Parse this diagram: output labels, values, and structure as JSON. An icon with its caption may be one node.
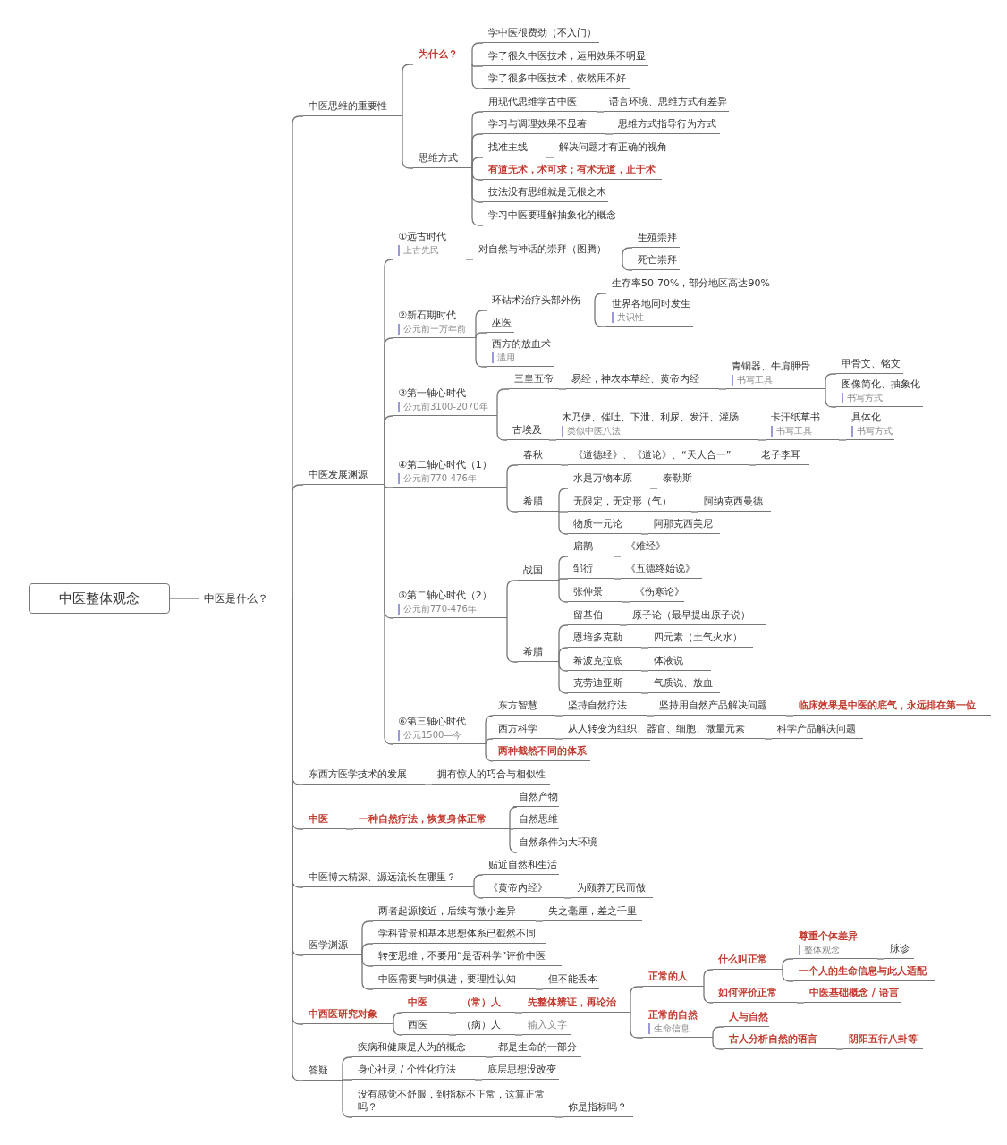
{
  "diagram": {
    "nodes": [
      {
        "text": [
          "中医整体观念"
        ]
      },
      {
        "text": [
          "中医是什么？"
        ]
      },
      {
        "text": [
          "中医思维的重要性"
        ]
      },
      {
        "text": [
          "为什么？"
        ]
      },
      {
        "text": [
          "学中医很费劲（不入门）"
        ]
      },
      {
        "text": [
          "学了很久中医技术，运用效果不明显"
        ]
      },
      {
        "text": [
          "学了很多中医技术，依然用不好"
        ]
      },
      {
        "text": [
          "思维方式"
        ]
      },
      {
        "text": [
          "用现代思维学古中医"
        ]
      },
      {
        "text": [
          "语言环境、思维方式有差异"
        ]
      },
      {
        "text": [
          "学习与调理效果不显著"
        ]
      },
      {
        "text": [
          "思维方式指导行为方式"
        ]
      },
      {
        "text": [
          "找准主线"
        ]
      },
      {
        "text": [
          "解决问题才有正确的视角"
        ]
      },
      {
        "text": [
          "有道无术，术可求；有术无道，止于术"
        ]
      },
      {
        "text": [
          "技法没有思维就是无根之木"
        ]
      },
      {
        "text": [
          "学习中医要理解抽象化的概念"
        ]
      },
      {
        "text": [
          "中医发展渊源"
        ]
      },
      {
        "text": [
          "①远古时代",
          "上古先民"
        ]
      },
      {
        "text": [
          "对自然与神话的崇拜（图腾）"
        ]
      },
      {
        "text": [
          "生殖崇拜"
        ]
      },
      {
        "text": [
          "死亡崇拜"
        ]
      },
      {
        "text": [
          "②新石期时代",
          "公元前一万年前"
        ]
      },
      {
        "text": [
          "环钻术治疗头部外伤"
        ]
      },
      {
        "text": [
          "生存率50-70%，部分地区高达90%"
        ]
      },
      {
        "text": [
          "世界各地同时发生",
          "共识性"
        ]
      },
      {
        "text": [
          "巫医"
        ]
      },
      {
        "text": [
          "西方的放血术",
          "滥用"
        ]
      },
      {
        "text": [
          "③第一轴心时代",
          "公元前3100-2070年"
        ]
      },
      {
        "text": [
          "三皇五帝"
        ]
      },
      {
        "text": [
          "易经，神农本草经、黄帝内经"
        ]
      },
      {
        "text": [
          "青铜器、牛肩胛骨",
          "书写工具"
        ]
      },
      {
        "text": [
          "甲骨文、铭文"
        ]
      },
      {
        "text": [
          "图像简化、抽象化",
          "书写方式"
        ]
      },
      {
        "text": [
          "古埃及"
        ]
      },
      {
        "text": [
          "木乃伊、催吐、下泄、利尿、发汗、灌肠",
          "类似中医八法"
        ]
      },
      {
        "text": [
          "卡汗纸草书",
          "书写工具"
        ]
      },
      {
        "text": [
          "具体化",
          "书写方式"
        ]
      },
      {
        "text": [
          "④第二轴心时代（1）",
          "公元前770-476年"
        ]
      },
      {
        "text": [
          "春秋"
        ]
      },
      {
        "text": [
          "《道德经》、《道论》、“天人合一”"
        ]
      },
      {
        "text": [
          "老子李耳"
        ]
      },
      {
        "text": [
          "希腊"
        ]
      },
      {
        "text": [
          "水是万物本原"
        ]
      },
      {
        "text": [
          "泰勒斯"
        ]
      },
      {
        "text": [
          "无限定，无定形（气）"
        ]
      },
      {
        "text": [
          "阿纳克西曼德"
        ]
      },
      {
        "text": [
          "物质一元论"
        ]
      },
      {
        "text": [
          "阿那克西美尼"
        ]
      },
      {
        "text": [
          "⑤第二轴心时代（2）",
          "公元前770-476年"
        ]
      },
      {
        "text": [
          "战国"
        ]
      },
      {
        "text": [
          "扁鹊"
        ]
      },
      {
        "text": [
          "《难经》"
        ]
      },
      {
        "text": [
          "邹衍"
        ]
      },
      {
        "text": [
          "《五德终始说》"
        ]
      },
      {
        "text": [
          "张仲景"
        ]
      },
      {
        "text": [
          "《伤寒论》"
        ]
      },
      {
        "text": [
          "希腊"
        ]
      },
      {
        "text": [
          "留基伯"
        ]
      },
      {
        "text": [
          "原子论（最早提出原子说）"
        ]
      },
      {
        "text": [
          "恩培多克勒"
        ]
      },
      {
        "text": [
          "四元素（土气火水）"
        ]
      },
      {
        "text": [
          "希波克拉底"
        ]
      },
      {
        "text": [
          "体液说"
        ]
      },
      {
        "text": [
          "克劳迪亚斯"
        ]
      },
      {
        "text": [
          "气质说、放血"
        ]
      },
      {
        "text": [
          "⑥第三轴心时代",
          "公元1500—今"
        ]
      },
      {
        "text": [
          "东方智慧"
        ]
      },
      {
        "text": [
          "坚持自然疗法"
        ]
      },
      {
        "text": [
          "坚持用自然产品解决问题"
        ]
      },
      {
        "text": [
          "临床效果是中医的底气，永远排在第一位"
        ]
      },
      {
        "text": [
          "西方科学"
        ]
      },
      {
        "text": [
          "从人转变为组织、器官、细胞、微量元素"
        ]
      },
      {
        "text": [
          "科学产品解决问题"
        ]
      },
      {
        "text": [
          "两种截然不同的体系"
        ]
      },
      {
        "text": [
          "东西方医学技术的发展"
        ]
      },
      {
        "text": [
          "拥有惊人的巧合与相似性"
        ]
      },
      {
        "text": [
          "中医"
        ]
      },
      {
        "text": [
          "一种自然疗法，恢复身体正常"
        ]
      },
      {
        "text": [
          "自然产物"
        ]
      },
      {
        "text": [
          "自然思维"
        ]
      },
      {
        "text": [
          "自然条件为大环境"
        ]
      },
      {
        "text": [
          "中医博大精深、源远流长在哪里？"
        ]
      },
      {
        "text": [
          "贴近自然和生活"
        ]
      },
      {
        "text": [
          "《黄帝内经》"
        ]
      },
      {
        "text": [
          "为颐养万民而做"
        ]
      },
      {
        "text": [
          "医学渊源"
        ]
      },
      {
        "text": [
          "两者起源接近，后续有微小差异"
        ]
      },
      {
        "text": [
          "失之毫厘，差之千里"
        ]
      },
      {
        "text": [
          "学科背景和基本思想体系已截然不同"
        ]
      },
      {
        "text": [
          "转变思维，不要用“是否科学”评价中医"
        ]
      },
      {
        "text": [
          "中医需要与时俱进，要理性认知"
        ]
      },
      {
        "text": [
          "但不能丢本"
        ]
      },
      {
        "text": [
          "中西医研究对象"
        ]
      },
      {
        "text": [
          "中医"
        ]
      },
      {
        "text": [
          "（常）人"
        ]
      },
      {
        "text": [
          "先整体辨证，再论治"
        ]
      },
      {
        "text": [
          "正常的人"
        ]
      },
      {
        "text": [
          "什么叫正常"
        ]
      },
      {
        "text": [
          "尊重个体差异",
          "整体观念"
        ]
      },
      {
        "text": [
          "脉诊"
        ]
      },
      {
        "text": [
          "一个人的生命信息与此人适配"
        ]
      },
      {
        "text": [
          "如何评价正常"
        ]
      },
      {
        "text": [
          "中医基础概念 / 语言"
        ]
      },
      {
        "text": [
          "正常的自然",
          "生命信息"
        ]
      },
      {
        "text": [
          "人与自然"
        ]
      },
      {
        "text": [
          "古人分析自然的语言"
        ]
      },
      {
        "text": [
          "阴阳五行八卦等"
        ]
      },
      {
        "text": [
          "西医"
        ]
      },
      {
        "text": [
          "（病）人"
        ]
      },
      {
        "text": [
          "输入文字"
        ]
      },
      {
        "text": [
          "答疑"
        ]
      },
      {
        "text": [
          "疾病和健康是人为的概念"
        ]
      },
      {
        "text": [
          "都是生命的一部分"
        ]
      },
      {
        "text": [
          "身心社灵 / 个性化疗法"
        ]
      },
      {
        "text": [
          "底层思想没改变"
        ]
      },
      {
        "text": [
          "没有感觉不舒服，到指标不正常，这算正常吗？"
        ]
      },
      {
        "text": [
          "你是指标吗？"
        ]
      }
    ],
    "edges": [
      {
        "from": 0,
        "to": 1,
        "arrow": "none"
      },
      {
        "from": 1,
        "to": 2,
        "arrow": "none"
      },
      {
        "from": 1,
        "to": 17,
        "arrow": "none"
      },
      {
        "from": 1,
        "to": 75,
        "arrow": "none"
      },
      {
        "from": 1,
        "to": 77,
        "arrow": "none"
      },
      {
        "from": 1,
        "to": 82,
        "arrow": "none"
      },
      {
        "from": 1,
        "to": 86,
        "arrow": "none"
      },
      {
        "from": 1,
        "to": 93,
        "arrow": "none"
      },
      {
        "from": 1,
        "to": 111,
        "arrow": "none"
      },
      {
        "from": 2,
        "to": 3,
        "arrow": "none"
      },
      {
        "from": 2,
        "to": 7,
        "arrow": "none"
      },
      {
        "from": 3,
        "to": 4,
        "arrow": "none"
      },
      {
        "from": 3,
        "to": 5,
        "arrow": "none"
      },
      {
        "from": 3,
        "to": 6,
        "arrow": "none"
      },
      {
        "from": 7,
        "to": 8,
        "arrow": "none"
      },
      {
        "from": 8,
        "to": 9,
        "arrow": "none"
      },
      {
        "from": 7,
        "to": 10,
        "arrow": "none"
      },
      {
        "from": 10,
        "to": 11,
        "arrow": "none"
      },
      {
        "from": 7,
        "to": 12,
        "arrow": "none"
      },
      {
        "from": 12,
        "to": 13,
        "arrow": "none"
      },
      {
        "from": 7,
        "to": 14,
        "arrow": "none"
      },
      {
        "from": 7,
        "to": 15,
        "arrow": "none"
      },
      {
        "from": 7,
        "to": 16,
        "arrow": "none"
      },
      {
        "from": 17,
        "to": 18,
        "arrow": "none"
      },
      {
        "from": 17,
        "to": 22,
        "arrow": "none"
      },
      {
        "from": 17,
        "to": 28,
        "arrow": "none"
      },
      {
        "from": 17,
        "to": 38,
        "arrow": "none"
      },
      {
        "from": 17,
        "to": 49,
        "arrow": "none"
      },
      {
        "from": 17,
        "to": 66,
        "arrow": "none"
      },
      {
        "from": 18,
        "to": 19,
        "arrow": "none"
      },
      {
        "from": 19,
        "to": 20,
        "arrow": "none"
      },
      {
        "from": 19,
        "to": 21,
        "arrow": "none"
      },
      {
        "from": 22,
        "to": 23,
        "arrow": "none"
      },
      {
        "from": 23,
        "to": 24,
        "arrow": "none"
      },
      {
        "from": 23,
        "to": 25,
        "arrow": "none"
      },
      {
        "from": 22,
        "to": 26,
        "arrow": "none"
      },
      {
        "from": 22,
        "to": 27,
        "arrow": "none"
      },
      {
        "from": 28,
        "to": 29,
        "arrow": "none"
      },
      {
        "from": 29,
        "to": 30,
        "arrow": "none"
      },
      {
        "from": 30,
        "to": 31,
        "arrow": "none"
      },
      {
        "from": 31,
        "to": 32,
        "arrow": "none"
      },
      {
        "from": 31,
        "to": 33,
        "arrow": "none"
      },
      {
        "from": 28,
        "to": 34,
        "arrow": "none"
      },
      {
        "from": 34,
        "to": 35,
        "arrow": "none"
      },
      {
        "from": 35,
        "to": 36,
        "arrow": "none"
      },
      {
        "from": 36,
        "to": 37,
        "arrow": "none"
      },
      {
        "from": 38,
        "to": 39,
        "arrow": "none"
      },
      {
        "from": 39,
        "to": 40,
        "arrow": "none"
      },
      {
        "from": 40,
        "to": 41,
        "arrow": "none"
      },
      {
        "from": 38,
        "to": 42,
        "arrow": "none"
      },
      {
        "from": 42,
        "to": 43,
        "arrow": "none"
      },
      {
        "from": 43,
        "to": 44,
        "arrow": "none"
      },
      {
        "from": 42,
        "to": 45,
        "arrow": "none"
      },
      {
        "from": 45,
        "to": 46,
        "arrow": "none"
      },
      {
        "from": 42,
        "to": 47,
        "arrow": "none"
      },
      {
        "from": 47,
        "to": 48,
        "arrow": "none"
      },
      {
        "from": 49,
        "to": 50,
        "arrow": "none"
      },
      {
        "from": 50,
        "to": 51,
        "arrow": "none"
      },
      {
        "from": 51,
        "to": 52,
        "arrow": "none"
      },
      {
        "from": 50,
        "to": 53,
        "arrow": "none"
      },
      {
        "from": 53,
        "to": 54,
        "arrow": "none"
      },
      {
        "from": 50,
        "to": 55,
        "arrow": "none"
      },
      {
        "from": 55,
        "to": 56,
        "arrow": "none"
      },
      {
        "from": 49,
        "to": 57,
        "arrow": "none"
      },
      {
        "from": 57,
        "to": 58,
        "arrow": "none"
      },
      {
        "from": 58,
        "to": 59,
        "arrow": "none"
      },
      {
        "from": 57,
        "to": 60,
        "arrow": "none"
      },
      {
        "from": 60,
        "to": 61,
        "arrow": "none"
      },
      {
        "from": 57,
        "to": 62,
        "arrow": "none"
      },
      {
        "from": 62,
        "to": 63,
        "arrow": "none"
      },
      {
        "from": 57,
        "to": 64,
        "arrow": "none"
      },
      {
        "from": 64,
        "to": 65,
        "arrow": "none"
      },
      {
        "from": 66,
        "to": 67,
        "arrow": "none"
      },
      {
        "from": 67,
        "to": 68,
        "arrow": "none"
      },
      {
        "from": 68,
        "to": 69,
        "arrow": "none"
      },
      {
        "from": 69,
        "to": 70,
        "arrow": "none"
      },
      {
        "from": 66,
        "to": 71,
        "arrow": "none"
      },
      {
        "from": 71,
        "to": 72,
        "arrow": "none"
      },
      {
        "from": 72,
        "to": 73,
        "arrow": "none"
      },
      {
        "from": 66,
        "to": 74,
        "arrow": "none"
      },
      {
        "from": 75,
        "to": 76,
        "arrow": "none"
      },
      {
        "from": 77,
        "to": 78,
        "arrow": "none"
      },
      {
        "from": 78,
        "to": 79,
        "arrow": "none"
      },
      {
        "from": 78,
        "to": 80,
        "arrow": "none"
      },
      {
        "from": 78,
        "to": 81,
        "arrow": "none"
      },
      {
        "from": 82,
        "to": 83,
        "arrow": "none"
      },
      {
        "from": 82,
        "to": 84,
        "arrow": "none"
      },
      {
        "from": 84,
        "to": 85,
        "arrow": "none"
      },
      {
        "from": 86,
        "to": 87,
        "arrow": "none"
      },
      {
        "from": 87,
        "to": 88,
        "arrow": "none"
      },
      {
        "from": 86,
        "to": 89,
        "arrow": "none"
      },
      {
        "from": 86,
        "to": 90,
        "arrow": "none"
      },
      {
        "from": 86,
        "to": 91,
        "arrow": "none"
      },
      {
        "from": 91,
        "to": 92,
        "arrow": "none"
      },
      {
        "from": 93,
        "to": 94,
        "arrow": "none"
      },
      {
        "from": 94,
        "to": 95,
        "arrow": "none"
      },
      {
        "from": 95,
        "to": 96,
        "arrow": "none"
      },
      {
        "from": 96,
        "to": 97,
        "arrow": "none"
      },
      {
        "from": 97,
        "to": 98,
        "arrow": "none"
      },
      {
        "from": 98,
        "to": 99,
        "arrow": "none"
      },
      {
        "from": 99,
        "to": 100,
        "arrow": "none"
      },
      {
        "from": 98,
        "to": 101,
        "arrow": "none"
      },
      {
        "from": 97,
        "to": 102,
        "arrow": "none"
      },
      {
        "from": 102,
        "to": 103,
        "arrow": "none"
      },
      {
        "from": 96,
        "to": 104,
        "arrow": "none"
      },
      {
        "from": 104,
        "to": 105,
        "arrow": "none"
      },
      {
        "from": 104,
        "to": 106,
        "arrow": "none"
      },
      {
        "from": 106,
        "to": 107,
        "arrow": "none"
      },
      {
        "from": 93,
        "to": 108,
        "arrow": "none"
      },
      {
        "from": 108,
        "to": 109,
        "arrow": "none"
      },
      {
        "from": 109,
        "to": 110,
        "arrow": "none"
      },
      {
        "from": 111,
        "to": 112,
        "arrow": "none"
      },
      {
        "from": 112,
        "to": 113,
        "arrow": "none"
      },
      {
        "from": 111,
        "to": 114,
        "arrow": "none"
      },
      {
        "from": 114,
        "to": 115,
        "arrow": "none"
      },
      {
        "from": 111,
        "to": 116,
        "arrow": "none"
      },
      {
        "from": 116,
        "to": 117,
        "arrow": "none"
      }
    ]
  }
}
